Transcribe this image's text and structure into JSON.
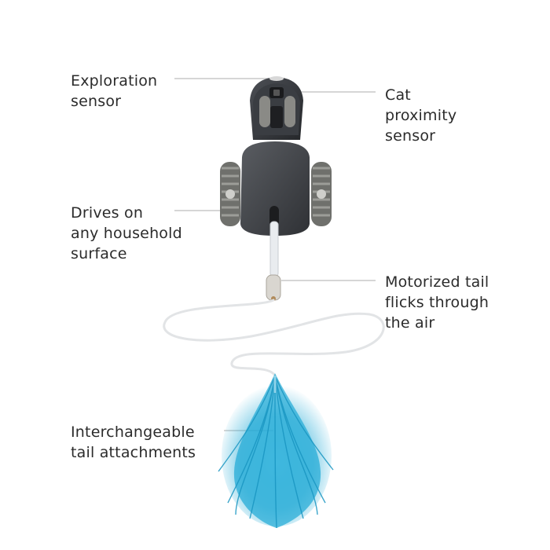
{
  "labels": {
    "exploration_sensor": {
      "line1": "Exploration",
      "line2": "sensor"
    },
    "cat_proximity_sensor": {
      "line1": "Cat",
      "line2": "proximity",
      "line3": "sensor"
    },
    "drives": {
      "line1": "Drives on",
      "line2": "any household",
      "line3": "surface"
    },
    "motorized_tail": {
      "line1": "Motorized tail",
      "line2": "flicks through",
      "line3": "the air"
    },
    "tail_attachments": {
      "line1": "Interchangeable",
      "line2": "tail attachments"
    }
  },
  "colors": {
    "body": "#4a4d52",
    "body_dark": "#2e3034",
    "wheel": "#7a7a76",
    "feather": "#1fa9d6",
    "leader_line": "#c9c9c9",
    "text": "#2b2b2b"
  }
}
